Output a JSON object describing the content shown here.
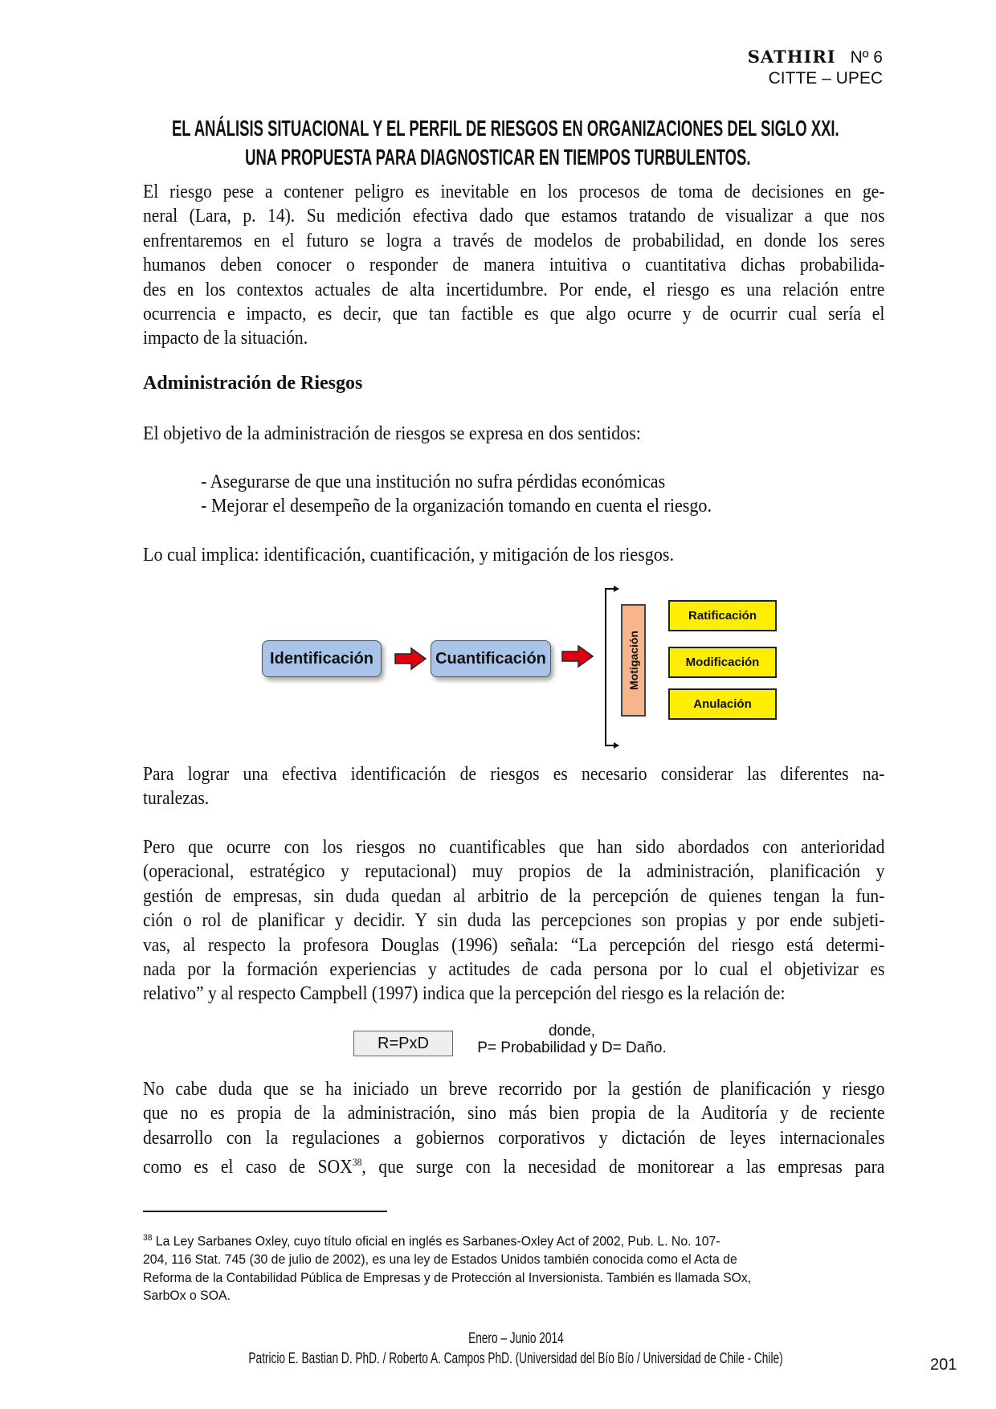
{
  "header": {
    "journal": "SATHIRI",
    "issue": "Nº 6",
    "institution": "CITTE – UPEC"
  },
  "title": [
    "EL ANÁLISIS SITUACIONAL Y EL PERFIL DE RIESGOS EN ORGANIZACIONES DEL SIGLO XXI.",
    "UNA PROPUESTA PARA DIAGNOSTICAR EN TIEMPOS TURBULENTOS."
  ],
  "para1": [
    "El riesgo pese a contener peligro es inevitable en los procesos de toma de decisiones en ge-",
    "neral (Lara, p. 14). Su medición efectiva dado que estamos tratando de visualizar a que nos",
    "enfrentaremos en el futuro se logra a través de modelos de probabilidad, en donde los seres",
    "humanos deben conocer o responder de manera intuitiva o cuantitativa dichas probabilida-",
    "des en los contextos actuales de alta incertidumbre. Por ende, el riesgo es una relación entre",
    "ocurrencia e impacto, es decir, que tan factible es que algo ocurre y de ocurrir cual sería el",
    "impacto de la situación."
  ],
  "section_heading": "Administración de Riesgos",
  "objective_intro": "El objetivo de la administración de riesgos se expresa en dos sentidos:",
  "bullets": [
    "- Asegurarse de que una institución no sufra pérdidas económicas",
    "- Mejorar el desempeño de la organización tomando en cuenta el riesgo."
  ],
  "implies": "Lo cual implica: identificación, cuantificación, y mitigación de los riesgos.",
  "diagram": {
    "step1": "Identificación",
    "step2": "Cuantificación",
    "mitigation": "Motigación",
    "options": [
      "Ratificación",
      "Modificación",
      "Anulación"
    ]
  },
  "para2": [
    "Para lograr una efectiva identificación de riesgos es necesario considerar las diferentes na-",
    "turalezas."
  ],
  "para3": [
    "Pero que ocurre con los riesgos no cuantificables que han sido abordados con anterioridad",
    "(operacional, estratégico y reputacional) muy propios de la administración, planificación y",
    "gestión de empresas, sin duda quedan al arbitrio de la percepción de quienes tengan la fun-",
    "ción o rol de planificar y decidir. Y sin duda las percepciones son propias y por ende subjeti-",
    "vas, al respecto la profesora Douglas (1996) señala: “La percepción del riesgo está determi-",
    "nada por la formación experiencias y actitudes de cada persona por lo cual el objetivizar es",
    "relativo” y al respecto Campbell (1997) indica que la percepción del riesgo es la relación de:"
  ],
  "formula": {
    "expression": "R=PxD",
    "where": "donde,",
    "definition": "P= Probabilidad y D= Daño."
  },
  "para4": [
    "No cabe duda que se ha iniciado un breve recorrido por la gestión de planificación y riesgo",
    "que no es propia de la administración, sino más bien propia de la Auditoría y de reciente",
    "desarrollo con la regulaciones a gobiernos corporativos y dictación de leyes internacionales"
  ],
  "para4_last": {
    "before": "como es el caso de SOX",
    "sup": "38",
    "after": ", que surge con la necesidad de monitorear a las empresas para"
  },
  "footnote": {
    "number": "38",
    "lines": [
      " La Ley Sarbanes Oxley, cuyo título oficial en inglés es Sarbanes-Oxley Act of 2002, Pub. L. No. 107-",
      "204, 116 Stat. 745 (30 de julio de 2002), es una ley de Estados Unidos también conocida como el Acta de",
      "Reforma de la Contabilidad Pública de Empresas y de Protección al Inversionista. También es llamada SOx,",
      "SarbOx o SOA."
    ]
  },
  "footer": {
    "date": "Enero – Junio 2014",
    "authors": "Patricio E. Bastian D. PhD. / Roberto A. Campos PhD. (Universidad del Bío Bío / Universidad de Chile - Chile)",
    "page_number": "201"
  },
  "colors": {
    "blue_box": "#a9c4e8",
    "arrow": "#e00010",
    "mitigation_box": "#f7b58e",
    "option_box": "#ffee00"
  }
}
